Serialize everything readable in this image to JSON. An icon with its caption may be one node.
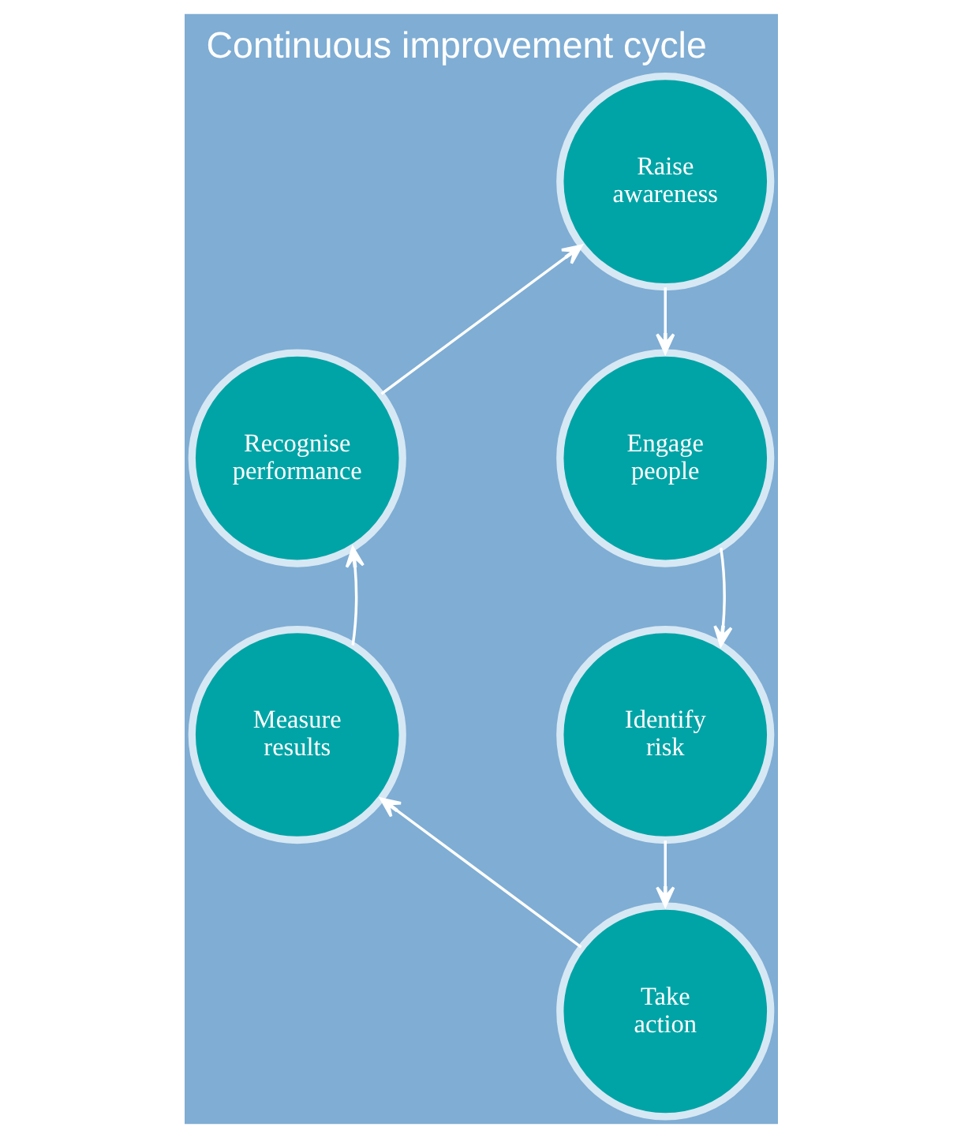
{
  "diagram": {
    "title": "Continuous improvement cycle",
    "nodes": [
      {
        "text": [
          "Raise awareness"
        ]
      },
      {
        "text": [
          "Engage people"
        ]
      },
      {
        "text": [
          "Identify risk"
        ]
      },
      {
        "text": [
          "Take action"
        ]
      },
      {
        "text": [
          "Measure results"
        ]
      },
      {
        "text": [
          "Recognise performance"
        ]
      }
    ],
    "edges": [
      {
        "from": 0,
        "to": 1,
        "arrow": "to"
      },
      {
        "from": 1,
        "to": 2,
        "arrow": "to"
      },
      {
        "from": 2,
        "to": 3,
        "arrow": "to"
      },
      {
        "from": 3,
        "to": 4,
        "arrow": "to"
      },
      {
        "from": 4,
        "to": 5,
        "arrow": "to"
      },
      {
        "from": 5,
        "to": 0,
        "arrow": "to"
      }
    ]
  }
}
